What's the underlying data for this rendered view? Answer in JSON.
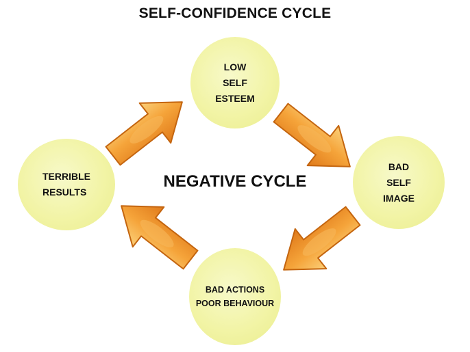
{
  "title": "SELF-CONFIDENCE CYCLE",
  "center_label": "NEGATIVE CYCLE",
  "nodes": {
    "top": "LOW\nSELF\nESTEEM",
    "right": "BAD\nSELF\nIMAGE",
    "bottom": "BAD ACTIONS\nPOOR BEHAVIOUR",
    "left": "TERRIBLE\nRESULTS"
  },
  "colors": {
    "node_fill": "#f2f4a6",
    "arrow_fill": "#f5a43a",
    "arrow_highlight": "#fbd07a",
    "arrow_outline": "#c4650f",
    "text": "#111111"
  }
}
